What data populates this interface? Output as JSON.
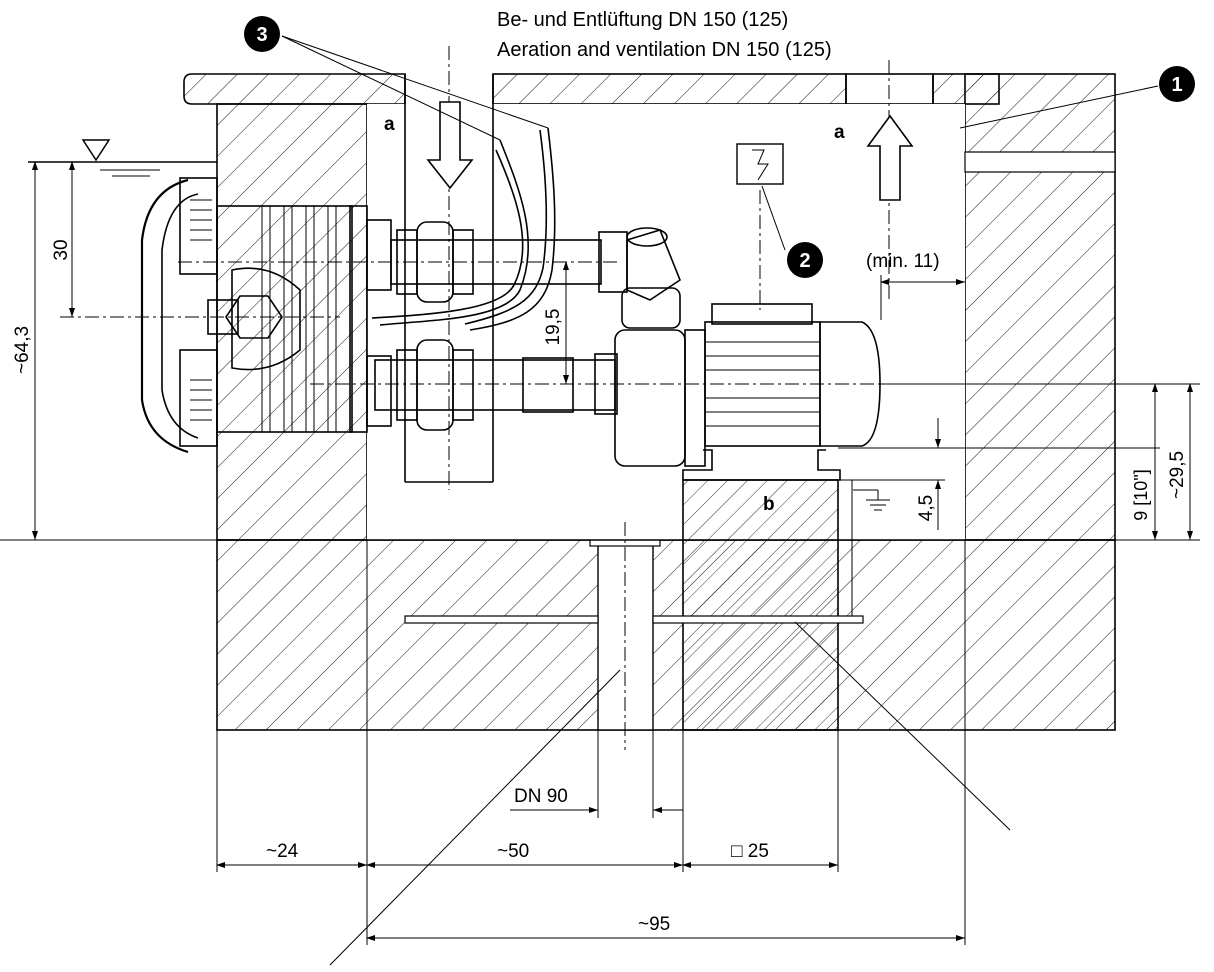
{
  "header": {
    "line_de": "Be- und Entlüftung DN 150 (125)",
    "line_en": "Aeration and ventilation DN 150 (125)"
  },
  "callouts": {
    "c1": "1",
    "c2": "2",
    "c3": "3"
  },
  "letters": {
    "a_left": "a",
    "a_right": "a",
    "b": "b"
  },
  "dimensions": {
    "d30": "30",
    "d64_3": "~64,3",
    "d19_5": "19,5",
    "min11": "(min. 11)",
    "d9": "9 [10\"]",
    "d29_5": "~29,5",
    "d4_5": "4,5",
    "dn90": "DN 90",
    "d24": "~24",
    "d50": "~50",
    "d25": "□ 25",
    "d95": "~95"
  }
}
